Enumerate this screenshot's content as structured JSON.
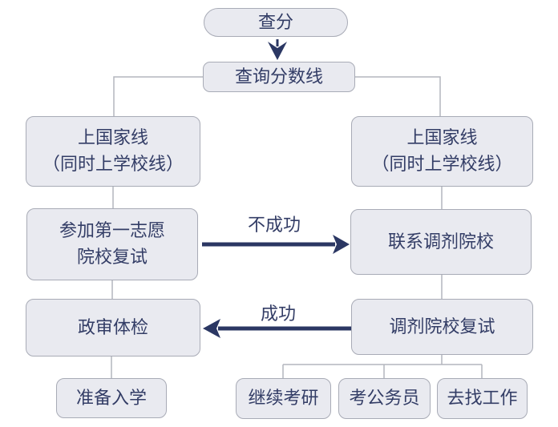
{
  "flowchart": {
    "nodes": {
      "check_score": {
        "label": "查分"
      },
      "check_cutoff_line": {
        "label": "查询分数线"
      },
      "national_line_left": {
        "line1": "上国家线",
        "line2": "（同时上学校线）"
      },
      "national_line_right": {
        "line1": "上国家线",
        "line2": "（同时上学校线）"
      },
      "first_choice_reexam": {
        "line1": "参加第一志愿",
        "line2": "院校复试"
      },
      "contact_transfer_school": {
        "label": "联系调剂院校"
      },
      "political_review": {
        "label": "政审体检"
      },
      "transfer_school_reexam": {
        "label": "调剂院校复试"
      },
      "prepare_enrollment": {
        "label": "准备入学"
      },
      "continue_postgraduate_exam": {
        "label": "继续考研"
      },
      "civil_service_exam": {
        "label": "考公务员"
      },
      "find_job": {
        "label": "去找工作"
      }
    },
    "edge_labels": {
      "unsuccessful": "不成功",
      "successful": "成功"
    },
    "colors": {
      "node_fill": "#e9eaf0",
      "node_border": "#a8abb6",
      "text": "#333d66",
      "arrow": "#2b3763",
      "connector": "#b3b5bd",
      "background": "#ffffff"
    }
  }
}
